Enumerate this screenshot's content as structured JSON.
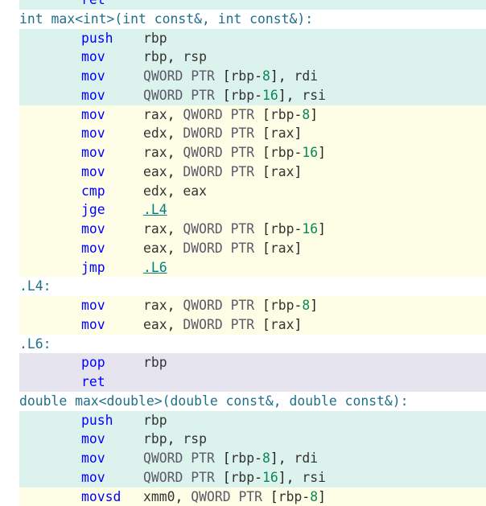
{
  "assembly": {
    "lines": [
      {
        "kind": "instr",
        "bg": "teal",
        "instr": "ret",
        "ops": []
      },
      {
        "kind": "label",
        "bg": "none",
        "text": "int max<int>(int const&, int const&):"
      },
      {
        "kind": "instr",
        "bg": "teal",
        "instr": "push",
        "ops": [
          {
            "t": "rbp",
            "c": "reg"
          }
        ]
      },
      {
        "kind": "instr",
        "bg": "teal",
        "instr": "mov",
        "ops": [
          {
            "t": "rbp",
            "c": "reg"
          },
          {
            "t": ", ",
            "c": "punc"
          },
          {
            "t": "rsp",
            "c": "reg"
          }
        ]
      },
      {
        "kind": "instr",
        "bg": "teal",
        "instr": "mov",
        "ops": [
          {
            "t": "QWORD PTR ",
            "c": "kw"
          },
          {
            "t": "[",
            "c": "punc"
          },
          {
            "t": "rbp",
            "c": "reg"
          },
          {
            "t": "-",
            "c": "punc"
          },
          {
            "t": "8",
            "c": "num"
          },
          {
            "t": "], ",
            "c": "punc"
          },
          {
            "t": "rdi",
            "c": "reg"
          }
        ]
      },
      {
        "kind": "instr",
        "bg": "teal",
        "instr": "mov",
        "ops": [
          {
            "t": "QWORD PTR ",
            "c": "kw"
          },
          {
            "t": "[",
            "c": "punc"
          },
          {
            "t": "rbp",
            "c": "reg"
          },
          {
            "t": "-",
            "c": "punc"
          },
          {
            "t": "16",
            "c": "num"
          },
          {
            "t": "], ",
            "c": "punc"
          },
          {
            "t": "rsi",
            "c": "reg"
          }
        ]
      },
      {
        "kind": "instr",
        "bg": "yellow",
        "instr": "mov",
        "ops": [
          {
            "t": "rax",
            "c": "reg"
          },
          {
            "t": ", ",
            "c": "punc"
          },
          {
            "t": "QWORD PTR ",
            "c": "kw"
          },
          {
            "t": "[",
            "c": "punc"
          },
          {
            "t": "rbp",
            "c": "reg"
          },
          {
            "t": "-",
            "c": "punc"
          },
          {
            "t": "8",
            "c": "num"
          },
          {
            "t": "]",
            "c": "punc"
          }
        ]
      },
      {
        "kind": "instr",
        "bg": "yellow",
        "instr": "mov",
        "ops": [
          {
            "t": "edx",
            "c": "reg"
          },
          {
            "t": ", ",
            "c": "punc"
          },
          {
            "t": "DWORD PTR ",
            "c": "kw"
          },
          {
            "t": "[",
            "c": "punc"
          },
          {
            "t": "rax",
            "c": "reg"
          },
          {
            "t": "]",
            "c": "punc"
          }
        ]
      },
      {
        "kind": "instr",
        "bg": "yellow",
        "instr": "mov",
        "ops": [
          {
            "t": "rax",
            "c": "reg"
          },
          {
            "t": ", ",
            "c": "punc"
          },
          {
            "t": "QWORD PTR ",
            "c": "kw"
          },
          {
            "t": "[",
            "c": "punc"
          },
          {
            "t": "rbp",
            "c": "reg"
          },
          {
            "t": "-",
            "c": "punc"
          },
          {
            "t": "16",
            "c": "num"
          },
          {
            "t": "]",
            "c": "punc"
          }
        ]
      },
      {
        "kind": "instr",
        "bg": "yellow",
        "instr": "mov",
        "ops": [
          {
            "t": "eax",
            "c": "reg"
          },
          {
            "t": ", ",
            "c": "punc"
          },
          {
            "t": "DWORD PTR ",
            "c": "kw"
          },
          {
            "t": "[",
            "c": "punc"
          },
          {
            "t": "rax",
            "c": "reg"
          },
          {
            "t": "]",
            "c": "punc"
          }
        ]
      },
      {
        "kind": "instr",
        "bg": "yellow",
        "instr": "cmp",
        "ops": [
          {
            "t": "edx",
            "c": "reg"
          },
          {
            "t": ", ",
            "c": "punc"
          },
          {
            "t": "eax",
            "c": "reg"
          }
        ]
      },
      {
        "kind": "instr",
        "bg": "yellow",
        "instr": "jge",
        "ops": [
          {
            "t": ".L4",
            "c": "link"
          }
        ]
      },
      {
        "kind": "instr",
        "bg": "yellow",
        "instr": "mov",
        "ops": [
          {
            "t": "rax",
            "c": "reg"
          },
          {
            "t": ", ",
            "c": "punc"
          },
          {
            "t": "QWORD PTR ",
            "c": "kw"
          },
          {
            "t": "[",
            "c": "punc"
          },
          {
            "t": "rbp",
            "c": "reg"
          },
          {
            "t": "-",
            "c": "punc"
          },
          {
            "t": "16",
            "c": "num"
          },
          {
            "t": "]",
            "c": "punc"
          }
        ]
      },
      {
        "kind": "instr",
        "bg": "yellow",
        "instr": "mov",
        "ops": [
          {
            "t": "eax",
            "c": "reg"
          },
          {
            "t": ", ",
            "c": "punc"
          },
          {
            "t": "DWORD PTR ",
            "c": "kw"
          },
          {
            "t": "[",
            "c": "punc"
          },
          {
            "t": "rax",
            "c": "reg"
          },
          {
            "t": "]",
            "c": "punc"
          }
        ]
      },
      {
        "kind": "instr",
        "bg": "yellow",
        "instr": "jmp",
        "ops": [
          {
            "t": ".L6",
            "c": "link"
          }
        ]
      },
      {
        "kind": "label",
        "bg": "none",
        "text": ".L4:"
      },
      {
        "kind": "instr",
        "bg": "yellow",
        "instr": "mov",
        "ops": [
          {
            "t": "rax",
            "c": "reg"
          },
          {
            "t": ", ",
            "c": "punc"
          },
          {
            "t": "QWORD PTR ",
            "c": "kw"
          },
          {
            "t": "[",
            "c": "punc"
          },
          {
            "t": "rbp",
            "c": "reg"
          },
          {
            "t": "-",
            "c": "punc"
          },
          {
            "t": "8",
            "c": "num"
          },
          {
            "t": "]",
            "c": "punc"
          }
        ]
      },
      {
        "kind": "instr",
        "bg": "yellow",
        "instr": "mov",
        "ops": [
          {
            "t": "eax",
            "c": "reg"
          },
          {
            "t": ", ",
            "c": "punc"
          },
          {
            "t": "DWORD PTR ",
            "c": "kw"
          },
          {
            "t": "[",
            "c": "punc"
          },
          {
            "t": "rax",
            "c": "reg"
          },
          {
            "t": "]",
            "c": "punc"
          }
        ]
      },
      {
        "kind": "label",
        "bg": "none",
        "text": ".L6:"
      },
      {
        "kind": "instr",
        "bg": "purple",
        "instr": "pop",
        "ops": [
          {
            "t": "rbp",
            "c": "reg"
          }
        ]
      },
      {
        "kind": "instr",
        "bg": "purple",
        "instr": "ret",
        "ops": []
      },
      {
        "kind": "label",
        "bg": "none",
        "text": "double max<double>(double const&, double const&):"
      },
      {
        "kind": "instr",
        "bg": "teal",
        "instr": "push",
        "ops": [
          {
            "t": "rbp",
            "c": "reg"
          }
        ]
      },
      {
        "kind": "instr",
        "bg": "teal",
        "instr": "mov",
        "ops": [
          {
            "t": "rbp",
            "c": "reg"
          },
          {
            "t": ", ",
            "c": "punc"
          },
          {
            "t": "rsp",
            "c": "reg"
          }
        ]
      },
      {
        "kind": "instr",
        "bg": "teal",
        "instr": "mov",
        "ops": [
          {
            "t": "QWORD PTR ",
            "c": "kw"
          },
          {
            "t": "[",
            "c": "punc"
          },
          {
            "t": "rbp",
            "c": "reg"
          },
          {
            "t": "-",
            "c": "punc"
          },
          {
            "t": "8",
            "c": "num"
          },
          {
            "t": "], ",
            "c": "punc"
          },
          {
            "t": "rdi",
            "c": "reg"
          }
        ]
      },
      {
        "kind": "instr",
        "bg": "teal",
        "instr": "mov",
        "ops": [
          {
            "t": "QWORD PTR ",
            "c": "kw"
          },
          {
            "t": "[",
            "c": "punc"
          },
          {
            "t": "rbp",
            "c": "reg"
          },
          {
            "t": "-",
            "c": "punc"
          },
          {
            "t": "16",
            "c": "num"
          },
          {
            "t": "], ",
            "c": "punc"
          },
          {
            "t": "rsi",
            "c": "reg"
          }
        ]
      },
      {
        "kind": "instr",
        "bg": "yellow",
        "instr": "movsd",
        "ops": [
          {
            "t": "xmm0",
            "c": "reg"
          },
          {
            "t": ", ",
            "c": "punc"
          },
          {
            "t": "QWORD PTR ",
            "c": "kw"
          },
          {
            "t": "[",
            "c": "punc"
          },
          {
            "t": "rbp",
            "c": "reg"
          },
          {
            "t": "-",
            "c": "punc"
          },
          {
            "t": "8",
            "c": "num"
          },
          {
            "t": "]",
            "c": "punc"
          }
        ]
      }
    ]
  }
}
